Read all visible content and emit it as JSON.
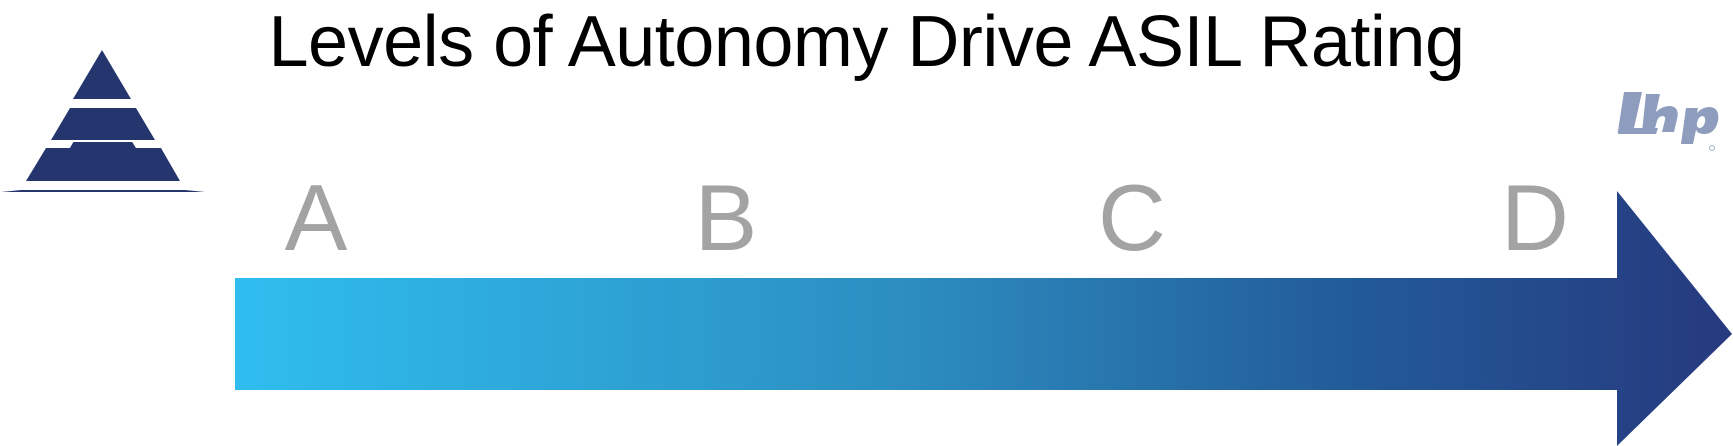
{
  "title": "Levels of Autonomy Drive ASIL Rating",
  "ratings": [
    "A",
    "B",
    "C",
    "D"
  ],
  "logo": {
    "text": "Lhp",
    "mark": "®",
    "icon": "lhp-logo-icon"
  },
  "pyramid_icon": "stacked-pyramid-icon",
  "arrow_icon": "right-arrow-icon",
  "colors": {
    "title": "#000000",
    "grade_letters": "#a3a3a3",
    "arrow_start": "#2fbdef",
    "arrow_end": "#26397e",
    "pyramid": "#25366f",
    "logo": "#8e9cbd"
  }
}
